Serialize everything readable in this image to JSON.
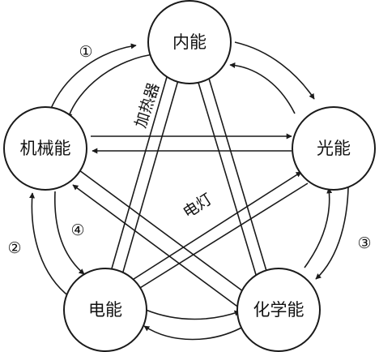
{
  "nodes": {
    "internal": "内能",
    "mechanical": "机械能",
    "light": "光能",
    "electrical": "电能",
    "chemical": "化学能"
  },
  "labels": {
    "heater": "加热器",
    "lamp": "电灯"
  },
  "markers": {
    "m1": "①",
    "m2": "②",
    "m3": "③",
    "m4": "④"
  }
}
